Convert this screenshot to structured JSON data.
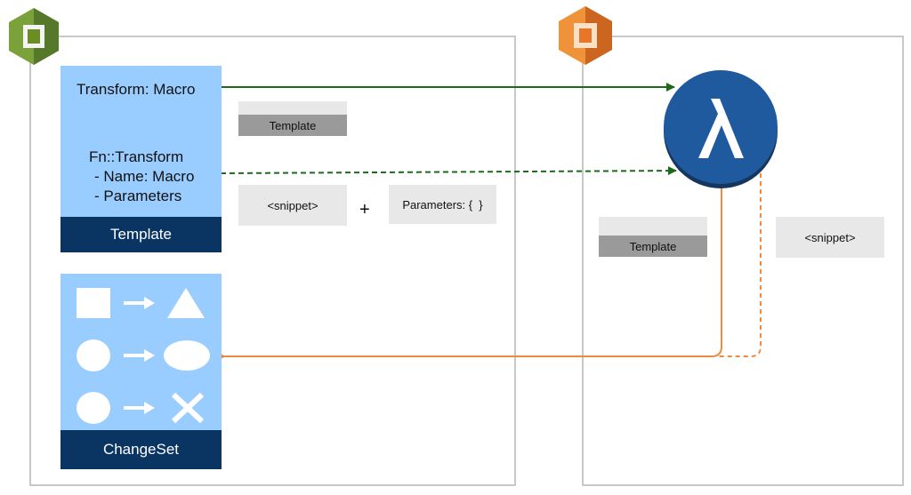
{
  "cloudformation_template": {
    "transform_line": "Transform: Macro",
    "fn_transform_line": "Fn::Transform",
    "name_line": "- Name: Macro",
    "parameters_line": "- Parameters",
    "footer": "Template"
  },
  "changeset": {
    "footer": "ChangeSet"
  },
  "request_payload": {
    "template_doc": "Template",
    "snippet_box": "<snippet>",
    "plus_sign": "+",
    "parameters_box": "Parameters: {  }"
  },
  "lambda_response": {
    "template_doc": "Template",
    "snippet_box": "<snippet>"
  },
  "colors": {
    "cloudformation_green": "#6b8e23",
    "lambda_orange": "#ed7d31",
    "lambda_blue": "#1f5a9e",
    "request_arrow": "#1b6b1b",
    "response_arrow": "#f08a3e",
    "card_blue": "#99ccff",
    "footer_navy": "#0a3563"
  },
  "icons": [
    "cloudformation-icon",
    "lambda-service-icon",
    "lambda-function-icon"
  ]
}
